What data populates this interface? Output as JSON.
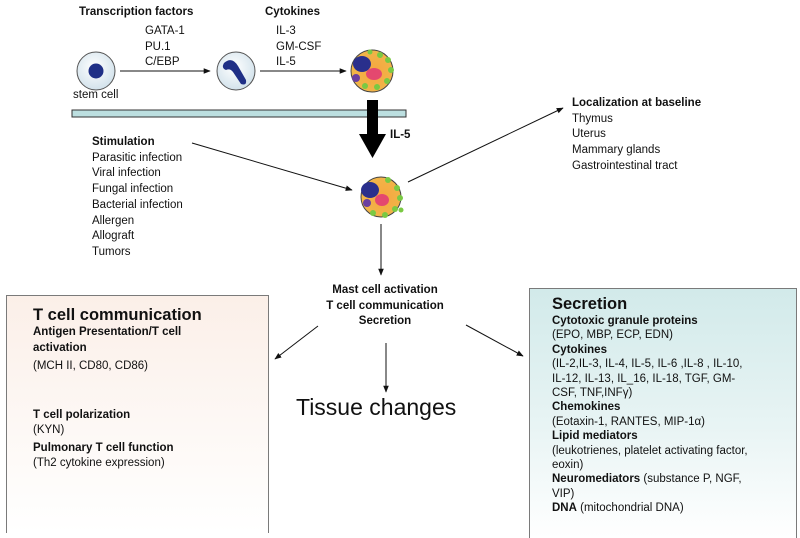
{
  "top": {
    "transcription_title": "Transcription factors",
    "transcription_factors": [
      "GATA-1",
      "PU.1",
      "C/EBP"
    ],
    "cytokines_title": "Cytokines",
    "cytokines": [
      "IL-3",
      "GM-CSF",
      "IL-5"
    ],
    "stem_cell_label": "stem cell",
    "il5_arrow_label": "IL-5"
  },
  "stimulation": {
    "title": "Stimulation",
    "items": [
      "Parasitic infection",
      "Viral infection",
      "Fungal infection",
      "Bacterial infection",
      "Allergen",
      "Allograft",
      "Tumors"
    ]
  },
  "localization": {
    "title": "Localization at baseline",
    "items": [
      "Thymus",
      "Uterus",
      "Mammary glands",
      "Gastrointestinal tract"
    ]
  },
  "center": {
    "lines": [
      "Mast cell activation",
      "T cell communication",
      "Secretion"
    ],
    "tissue_changes": "Tissue changes"
  },
  "t_cell_box": {
    "title": "T cell communication",
    "antigen_heading_1": "Antigen Presentation/T cell",
    "antigen_heading_2": "activation",
    "antigen_detail": "(MCH II, CD80, CD86)",
    "polarization_heading": "T cell polarization",
    "polarization_detail": "(KYN)",
    "pulmonary_heading": "Pulmonary T cell function",
    "pulmonary_detail": "(Th2 cytokine expression)"
  },
  "secretion_box": {
    "title": "Secretion",
    "granule_heading": "Cytotoxic granule proteins",
    "granule_detail": "(EPO, MBP, ECP, EDN)",
    "cytokines_heading": "Cytokines",
    "cytokines_lines": [
      "(IL-2,IL-3, IL-4, IL-5, IL-6 ,IL-8 , IL-10,",
      "IL-12, IL-13, IL_16, IL-18, TGF, GM-",
      "CSF, TNF,INFγ)"
    ],
    "chemokines_heading": "Chemokines",
    "chemokines_detail": "(Eotaxin-1, RANTES, MIP-1α)",
    "lipid_heading": "Lipid mediators",
    "lipid_lines": [
      "(leukotrienes, platelet activating factor,",
      "eoxin)"
    ],
    "neuro_heading": "Neuromediators",
    "neuro_detail_1": " (substance P, NGF,",
    "neuro_detail_2": "VIP)",
    "dna_heading": "DNA",
    "dna_detail": " (mitochondrial DNA)"
  }
}
